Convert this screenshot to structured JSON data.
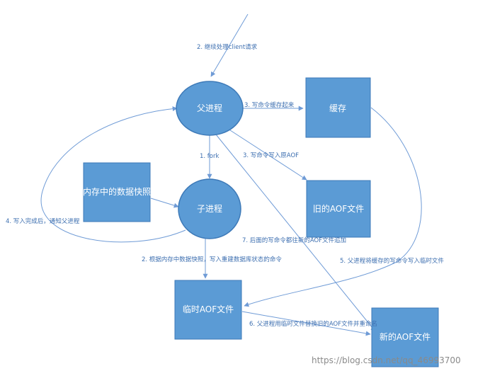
{
  "nodes": {
    "parent": "父进程",
    "child": "子进程",
    "cache": "缓存",
    "old_aof": "旧的AOF文件",
    "snapshot": "内存中的数据快照",
    "temp_aof": "临时AOF文件",
    "new_aof": "新的AOF文件"
  },
  "edges": {
    "e1": "2. 继续处理client请求",
    "e2": "3. 写命令缓存起来",
    "e3": "1. fork",
    "e4": "3. 写命令写入原AOF",
    "e5": "4. 写入完成后，通知父进程",
    "e6": "7. 后面的写命令都往新的AOF文件追加",
    "e7": "2. 根据内存中数据快照，写入重建数据库状态的命令",
    "e8": "5. 父进程将缓存的写命令写入临时文件",
    "e9": "6. 父进程用临时文件替换旧的AOF文件并重命名"
  },
  "watermark": "https://blog.csdn.net/qq_46993700",
  "colors": {
    "fill": "#5b9bd5",
    "stroke": "#3e7ab8",
    "line": "#6f9bd6",
    "label": "#3d6fb0"
  }
}
